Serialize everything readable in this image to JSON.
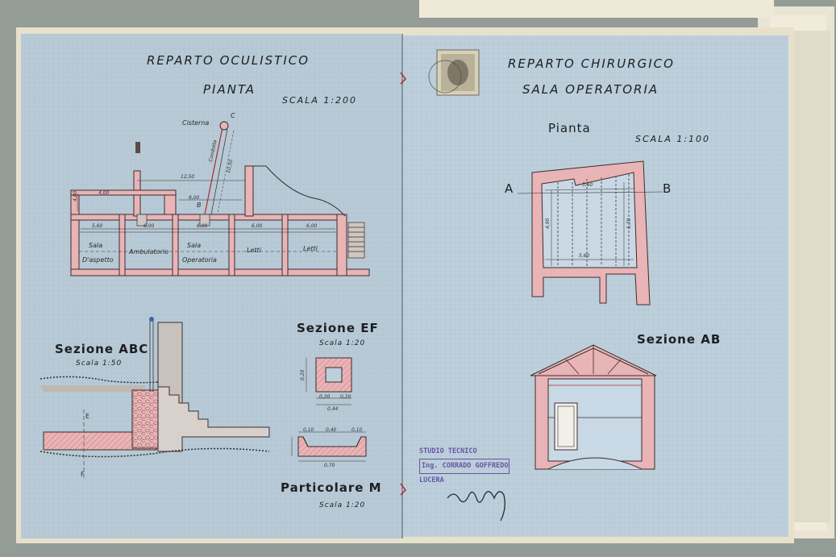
{
  "left_sheet": {
    "title_1": "REPARTO OCULISTICO",
    "title_2": "PIANTA",
    "scale": "SCALA 1:200",
    "plan_labels": {
      "cisterna": "Cisterna",
      "point_c": "C",
      "point_b": "B",
      "room_1a": "Sala",
      "room_1b": "D'aspetto",
      "room_2": "Ambulatorio",
      "room_3a": "Sala",
      "room_3b": "Operatoria",
      "room_4": "Letti",
      "room_5": "Letti",
      "conduit": "Condotta"
    },
    "plan_dims": [
      "12,50",
      "4,00",
      "8,00",
      "5,60",
      "6,00",
      "6,00",
      "6,00",
      "6,00",
      "4,00",
      "10,50"
    ],
    "section_abc": {
      "title": "Sezione ABC",
      "scale": "Scala 1:50",
      "point_e": "E",
      "point_f": "F"
    },
    "section_ef": {
      "title": "Sezione EF",
      "scale": "Scala 1:20",
      "dims": [
        "0,20",
        "0,20",
        "0,20",
        "0,44"
      ]
    },
    "detail_m": {
      "title": "Particolare M",
      "scale": "Scala 1:20",
      "dims": [
        "0,10",
        "0,40",
        "0,10",
        "0,70"
      ]
    }
  },
  "right_sheet": {
    "title_1": "REPARTO CHIRURGICO",
    "title_2": "SALA OPERATORIA",
    "plan_title": "Pianta",
    "scale": "SCALA 1:100",
    "point_a": "A",
    "point_b": "B",
    "plan_dims": [
      "5,60",
      "4,90",
      "5,70",
      "5,60"
    ],
    "section_title": "Sezione AB"
  },
  "stamp": {
    "line_1": "STUDIO TECNICO",
    "line_2": "Ing. CORRADO GOFFREDO",
    "line_3": "LUCERA"
  },
  "colors": {
    "paper": "#b9cdd9",
    "wall_fill": "#e9b4b6",
    "ink": "#1d1f22",
    "stamp": "#5b3f97"
  }
}
